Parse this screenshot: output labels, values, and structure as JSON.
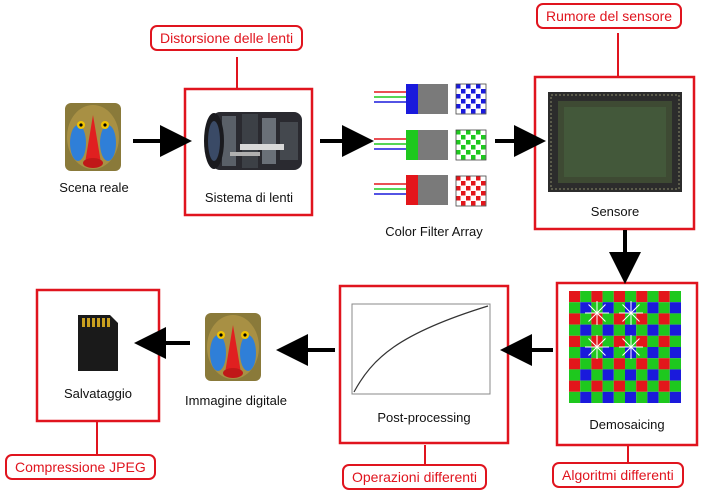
{
  "nodes": {
    "scene": {
      "label": "Scena reale"
    },
    "lens": {
      "label": "Sistema di lenti"
    },
    "cfa": {
      "label": "Color Filter Array"
    },
    "sensor": {
      "label": "Sensore"
    },
    "demosaic": {
      "label": "Demosaicing"
    },
    "postproc": {
      "label": "Post-processing"
    },
    "digital": {
      "label": "Immagine digitale"
    },
    "save": {
      "label": "Salvataggio"
    }
  },
  "tags": {
    "lens": "Distorsione delle lenti",
    "sensor": "Rumore del sensore",
    "demosaic": "Algoritmi differenti",
    "postproc": "Operazioni differenti",
    "save": "Compressione JPEG"
  },
  "colors": {
    "highlight": "#e0141e",
    "arrow": "#000000",
    "cfa_red": "#e3161b",
    "cfa_green": "#1ec81e",
    "cfa_blue": "#1a1adc"
  }
}
